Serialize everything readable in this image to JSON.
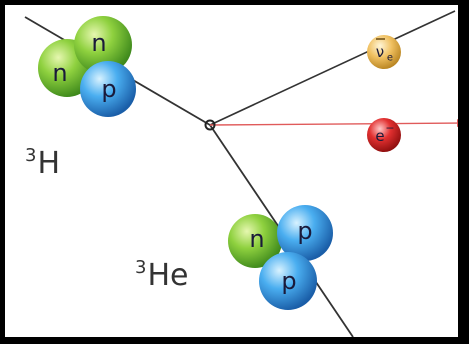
{
  "reaction": {
    "parent": {
      "mass": "3",
      "symbol": "H",
      "nucleons": [
        "n",
        "n",
        "p"
      ]
    },
    "daughter": {
      "mass": "3",
      "symbol": "He",
      "nucleons": [
        "n",
        "p",
        "p"
      ]
    },
    "antineutrino": {
      "symbol": "ν",
      "subscript": "e"
    },
    "electron": {
      "symbol": "e",
      "charge": "−"
    }
  },
  "colors": {
    "neutron": "#6cbf2f",
    "proton": "#2f8fdf",
    "antineutrino": "#e6b24a",
    "electron": "#d8201f",
    "electron_track": "#e05a5a",
    "track": "#333333"
  }
}
